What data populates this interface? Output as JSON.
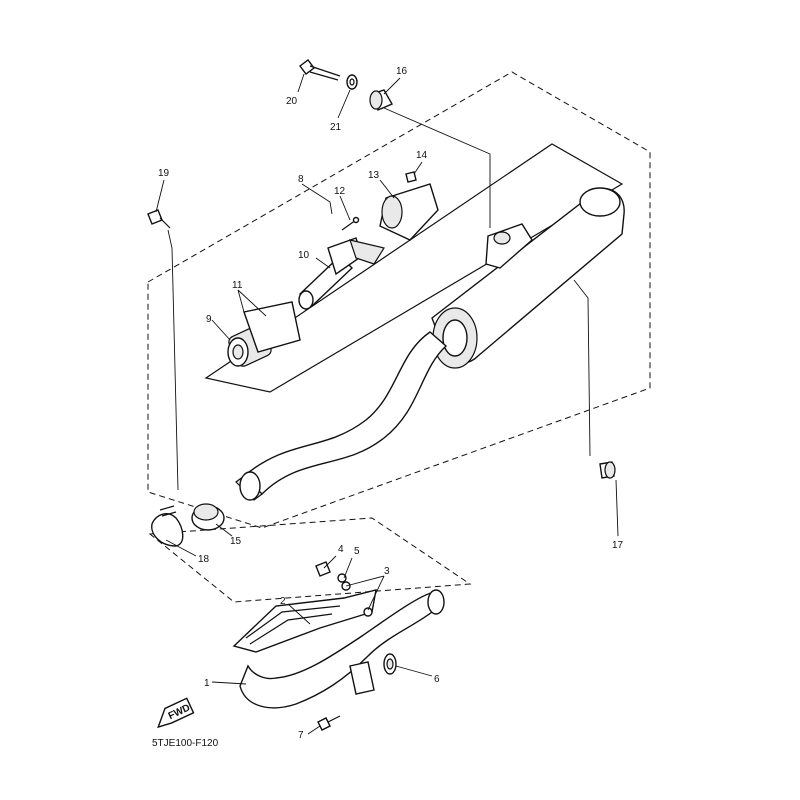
{
  "diagram": {
    "code": "5TJE100-F120",
    "fwd_label": "FWD",
    "callouts": {
      "c1": "1",
      "c2": "2",
      "c3": "3",
      "c4": "4",
      "c5": "5",
      "c6": "6",
      "c7": "7",
      "c8": "8",
      "c9": "9",
      "c10": "10",
      "c11": "11",
      "c12": "12",
      "c13": "13",
      "c14": "14",
      "c15": "15",
      "c16": "16",
      "c17": "17",
      "c18": "18",
      "c19": "19",
      "c20": "20",
      "c21": "21"
    }
  }
}
